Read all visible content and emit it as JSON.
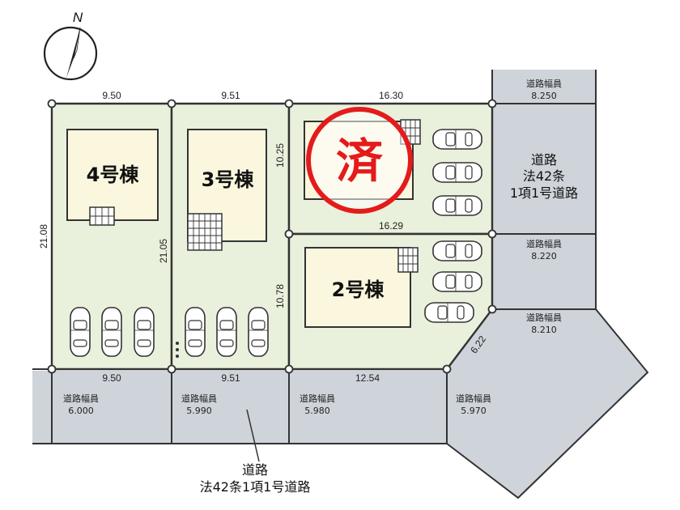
{
  "compass": {
    "label": "N"
  },
  "stamp": {
    "text": "済"
  },
  "buildings": {
    "b4": "4号棟",
    "b3": "3号棟",
    "b2": "2号棟"
  },
  "dimensions": {
    "top_lot4": "9.50",
    "top_lot3": "9.51",
    "top_lot1": "16.30",
    "lot1_bottom": "16.29",
    "bottom_lot4": "9.50",
    "bottom_lot3": "9.51",
    "bottom_lot2": "12.54",
    "left_lot4": "21.08",
    "left_lot3": "21.05",
    "lot1_left": "10.25",
    "lot2_left": "10.78",
    "corner_diag": "6.22"
  },
  "roads": {
    "north_width_label": "道路幅員",
    "north_width_value": "8.250",
    "east_mid_label": "道路幅員",
    "east_mid_value": "8.220",
    "east_low_label": "道路幅員",
    "east_low_value": "8.210",
    "east_name_line1": "道路",
    "east_name_line2": "法42条",
    "east_name_line3": "1項1号道路",
    "south_a_label": "道路幅員",
    "south_a_value": "6.000",
    "south_b_label": "道路幅員",
    "south_b_value": "5.990",
    "south_c_label": "道路幅員",
    "south_c_value": "5.980",
    "south_d_label": "道路幅員",
    "south_d_value": "5.970",
    "south_name_line1": "道路",
    "south_name_line2": "法42条1項1号道路"
  },
  "colors": {
    "lot_fill": "#e9f0dc",
    "building_fill": "#fbf7de",
    "road_fill": "#cfd4da",
    "stamp_red": "#e41b1b"
  }
}
